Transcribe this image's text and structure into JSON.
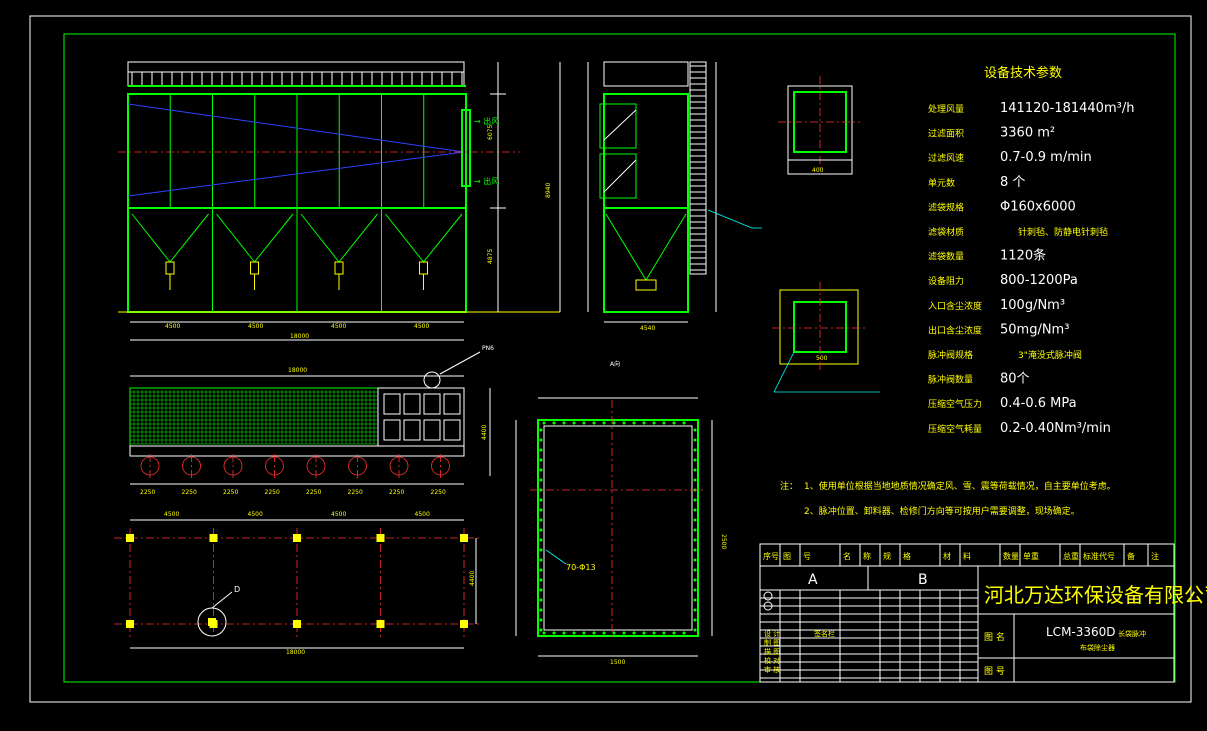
{
  "spec_title": "设备技术参数",
  "spec_rows": [
    {
      "label": "处理风量",
      "value": "141120-181440m³/h"
    },
    {
      "label": "过滤面积",
      "value": "3360  m²"
    },
    {
      "label": "过滤风速",
      "value": "0.7-0.9 m/min"
    },
    {
      "label": "单元数",
      "value": "8    个"
    },
    {
      "label": "滤袋规格",
      "value": "Φ160x6000"
    },
    {
      "label": "滤袋材质",
      "value": "针刺毡、防静电针刺毡"
    },
    {
      "label": "滤袋数量",
      "value": "1120条"
    },
    {
      "label": "设备阻力",
      "value": "800-1200Pa"
    },
    {
      "label": "入口含尘浓度",
      "value": "100g/Nm³"
    },
    {
      "label": "出口含尘浓度",
      "value": "50mg/Nm³"
    },
    {
      "label": "脉冲阀规格",
      "value": "3\"淹没式脉冲阀"
    },
    {
      "label": "脉冲阀数量",
      "value": "80个"
    },
    {
      "label": "压缩空气压力",
      "value": "0.4-0.6 MPa"
    },
    {
      "label": "压缩空气耗量",
      "value": "0.2-0.40Nm³/min"
    }
  ],
  "notes": {
    "prefix": "注：",
    "line1": "1、使用单位根据当地地质情况确定风、雪、震等荷载情况，自主要单位考虑。",
    "line2": "2、脉冲位置、卸料器、检修门方向等可按用户需要调整，现场确定。"
  },
  "title_block": {
    "header_cols": [
      "序号",
      "图",
      "号",
      "名",
      "称",
      "规",
      "格",
      "材",
      "料",
      "数量",
      "单重",
      "总重",
      "标准代号",
      "备",
      "注"
    ],
    "letters": [
      "A",
      "B"
    ],
    "company": "河北万达环保设备有限公司",
    "drawing_no": "LCM-3360D",
    "drawing_name_1": "长袋脉冲",
    "drawing_name_2": "布袋除尘器",
    "label_drawing": "图  名",
    "label_number": "图  号",
    "row_labels": [
      "设 计",
      "制 图",
      "描 图",
      "校 对",
      "审 核"
    ],
    "row_sign": "签名栏"
  },
  "dims": {
    "front_total": "18000",
    "bay": "4500",
    "side_width": "4540",
    "height_top": "6075",
    "height_mid": "8940",
    "height_lower": "4875",
    "plan_total": "18000",
    "plan_bay": "4500",
    "plan_width": "4400",
    "pitch": "2250",
    "flange_w": "1500",
    "flange_h": "2500",
    "flange_note": "70-Φ13",
    "sec_label_a": "A向",
    "foundation_label": "D",
    "square_top": "400",
    "square_bot": "500",
    "leader_tag": "PN6"
  }
}
